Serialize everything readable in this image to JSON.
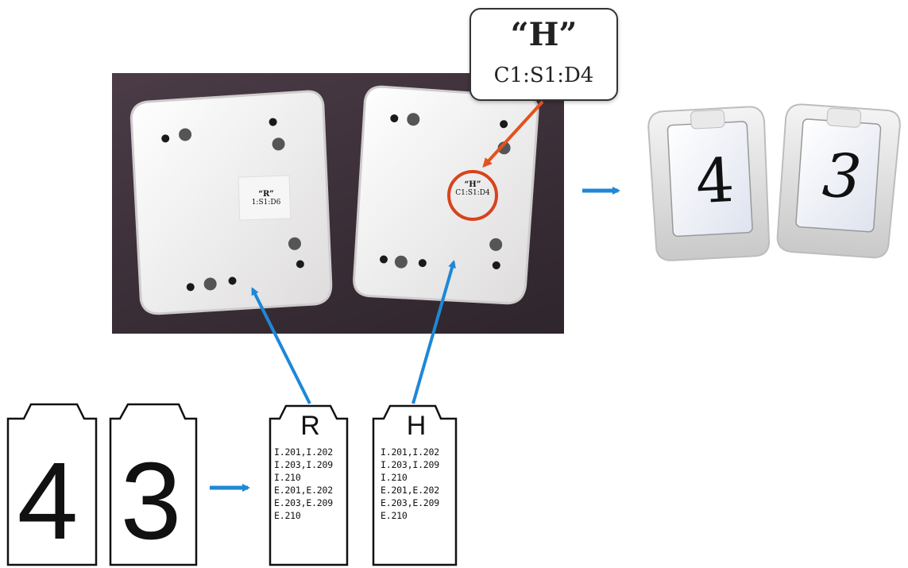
{
  "callout": {
    "letter": "“H”",
    "code": "C1:S1:D4"
  },
  "photo": {
    "left_tile": {
      "letter": "“R”",
      "code": "1:S1:D6"
    },
    "right_tile": {
      "letter": "“H”",
      "code": "C1:S1:D4"
    }
  },
  "finished_tiles": {
    "first": "4",
    "second": "3"
  },
  "blank_cards": {
    "first": "4",
    "second": "3"
  },
  "coded_cards": [
    {
      "letter": "R",
      "codes": [
        "I.201,I.202",
        "I.203,I.209",
        "I.210",
        "E.201,E.202",
        "E.203,E.209",
        "E.210"
      ]
    },
    {
      "letter": "H",
      "codes": [
        "I.201,I.202",
        "I.203,I.209",
        "I.210",
        "E.201,E.202",
        "E.203,E.209",
        "E.210"
      ]
    }
  ],
  "colors": {
    "arrow_blue": "#1e88d6",
    "arrow_orange": "#e2521e",
    "circle_red": "#d8431c"
  }
}
